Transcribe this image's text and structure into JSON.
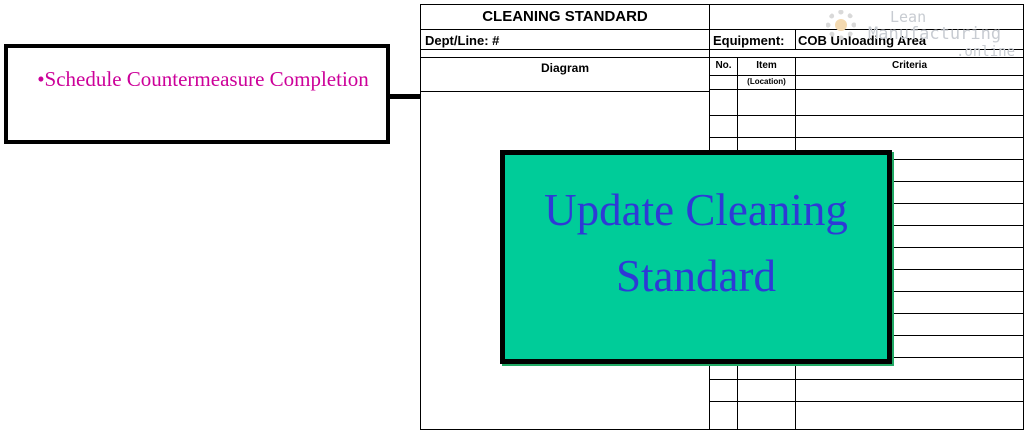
{
  "callout": {
    "text": "•Schedule Countermeasure Completion"
  },
  "form": {
    "title": "CLEANING STANDARD",
    "dept_label": "Dept/Line: #",
    "equipment_label": "Equipment:",
    "equipment_value": "COB Unloading Area",
    "columns": {
      "diagram": "Diagram",
      "no": "No.",
      "item": "Item",
      "location": "(Location)",
      "criteria": "Criteria"
    }
  },
  "watermark": {
    "line1": "Lean",
    "line2": "Manufacturing",
    "line3": ".online"
  },
  "overlay": {
    "text": "Update Cleaning Standard"
  },
  "colors": {
    "callout_text": "#cc0099",
    "overlay_bg": "#00cc99",
    "overlay_text": "#2e3ad6"
  }
}
